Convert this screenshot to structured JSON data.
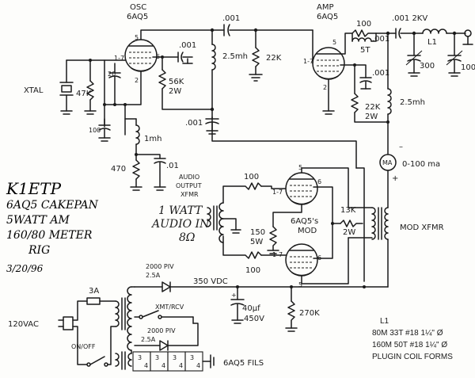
{
  "tubes": {
    "osc": {
      "title": "OSC",
      "type": "6AQ5"
    },
    "amp": {
      "title": "AMP",
      "type": "6AQ5"
    },
    "mod": {
      "line1": "6AQ5's",
      "line2": "MOD"
    }
  },
  "pins": {
    "p5": "5",
    "p6": "6",
    "p17": "1-7",
    "p2": "2"
  },
  "components": {
    "c001_top": ".001",
    "c001_amp": ".001",
    "cap_2kv": ".001  2KV",
    "l1": "L1",
    "rfc_osc": "2.5mh",
    "r22k_grid": "22K",
    "r100_amp": "100",
    "t5": "5T",
    "c001_osc": ".001",
    "c001_amp_bypass": ".001",
    "c300": "300",
    "c100_out": "100",
    "xtal": "XTAL",
    "r47k": "47K",
    "c20": "20",
    "r56k": "56K",
    "r56k_w": "2W",
    "c100_fb": "100",
    "r22k_sg": "22K",
    "r22k_sg_w": "2W",
    "rfc_amp": "2.5mh",
    "c001_bypass": ".001",
    "l1mh": "1mh",
    "r470": "470",
    "c01": ".01",
    "meter": "MA",
    "meter_range": "0-100 ma",
    "minus": "–",
    "plus": "+",
    "audio_xfmr_1": "AUDIO",
    "audio_xfmr_2": "OUTPUT",
    "audio_xfmr_3": "XFMR",
    "audio_in_1": "1 WATT",
    "audio_in_2": "AUDIO IN",
    "audio_in_3": "8Ω",
    "r100_g1": "100",
    "r100_g2": "100",
    "r150": "150",
    "r150_w": "5W",
    "r13k": "13K",
    "r13k_w": "2W",
    "mod_xfmr": "MOD XFMR",
    "fuse": "3A",
    "mains": "120VAC",
    "onoff": "ON/OFF",
    "d1": "2000 PIV",
    "d1_a": "2.5A",
    "d2": "2000 PIV",
    "d2_a": "2.5A",
    "vdc": "350 VDC",
    "xmt": "XMT/RCV",
    "c40": "40µf",
    "c40_v": "450V",
    "r270k": "270K",
    "fils_label": "6AQ5 FILS",
    "fil_num_a": "3",
    "fil_num_b": "4"
  },
  "notes": {
    "call": "K1ETP",
    "line1": "6AQ5 CAKEPAN",
    "line2": "5WATT AM",
    "line3": "160/80 METER",
    "line4": "RIG",
    "date": "3/20/96"
  },
  "coil_table": {
    "title": "L1",
    "row1": "80M  33T #18  1¼\" Ø",
    "row2": "160M  50T #18  1¼\" Ø",
    "row3": "PLUGIN COIL FORMS"
  }
}
